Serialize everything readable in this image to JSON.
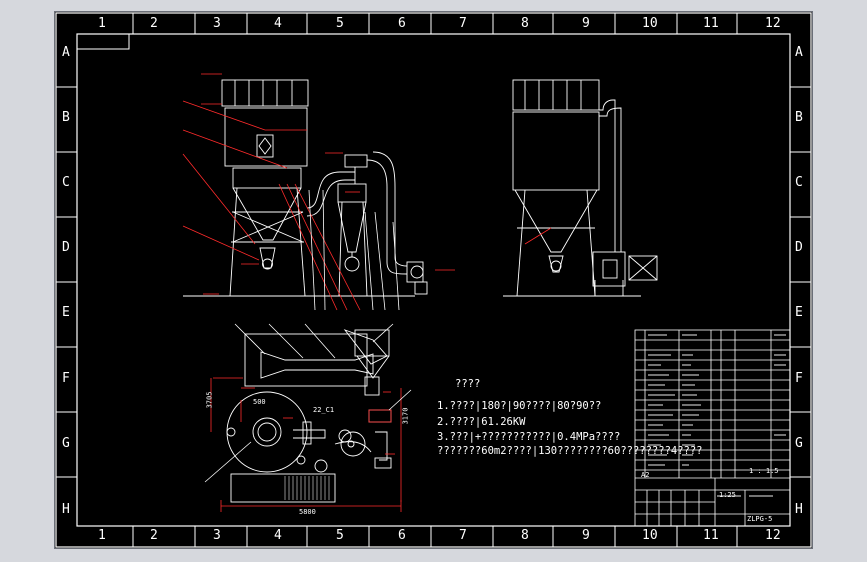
{
  "grid": {
    "columns": [
      "1",
      "2",
      "3",
      "4",
      "5",
      "6",
      "7",
      "8",
      "9",
      "10",
      "11",
      "12"
    ],
    "rows": [
      "A",
      "B",
      "C",
      "D",
      "E",
      "F",
      "G",
      "H"
    ]
  },
  "notes": {
    "heading": "????",
    "line1": "1.????|180?|90????|80?90??",
    "line2": "2.????|61.26KW",
    "line3": "3.???|+???????????|0.4MPa????",
    "line4": "???????60m2????|130????????60????????4????"
  },
  "dims": {
    "width_bottom": "5800",
    "height_left": "3705",
    "height_right": "3170",
    "small_top": "500",
    "pipe": "22_C1"
  },
  "title_block": {
    "drawing_no": "ZLPG-5",
    "scale": "1:25",
    "sheet": "1 : 1.5",
    "material": "A2"
  },
  "colors": {
    "background": "#000000",
    "frame": "#ffffff",
    "leader": "#ff2b2b",
    "gray": "#9a9a9a",
    "label": "#ffffff"
  }
}
